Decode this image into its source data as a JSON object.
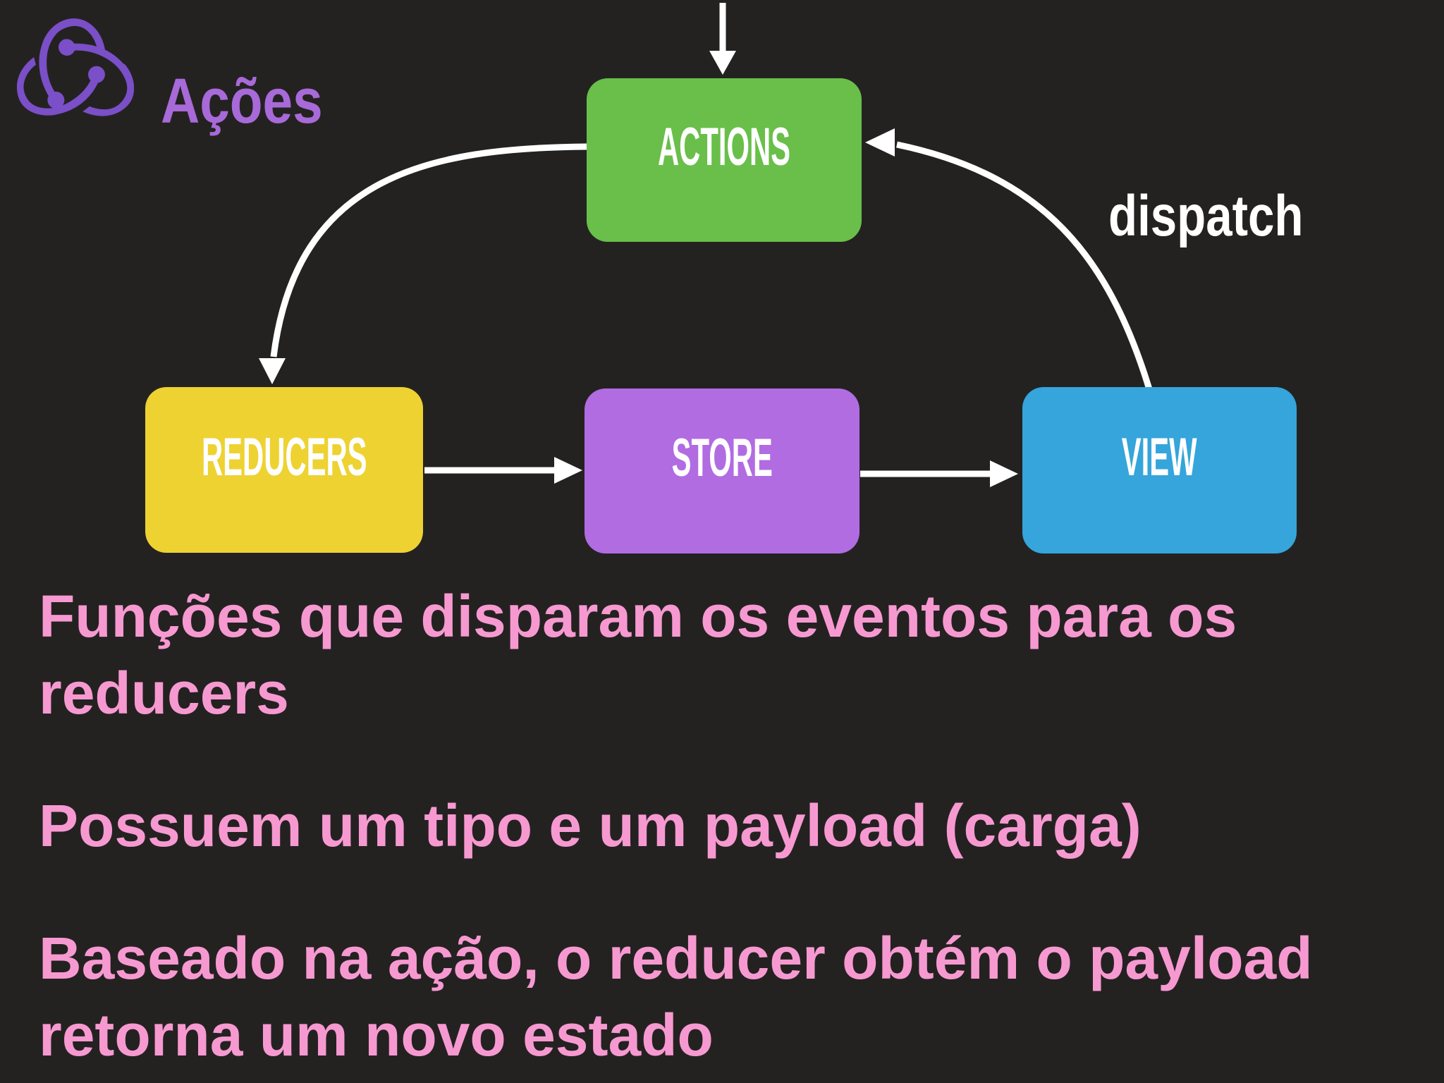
{
  "header": {
    "title": "Ações",
    "logo": "redux-logo"
  },
  "diagram": {
    "nodes": [
      {
        "id": "actions",
        "label": "ACTIONS",
        "color": "#69bf4a"
      },
      {
        "id": "reducers",
        "label": "REDUCERS",
        "color": "#eed231"
      },
      {
        "id": "store",
        "label": "STORE",
        "color": "#b16ce2"
      },
      {
        "id": "view",
        "label": "VIEW",
        "color": "#35a5db"
      }
    ],
    "edge_label": "dispatch",
    "flows": [
      "in → ACTIONS",
      "ACTIONS → REDUCERS",
      "REDUCERS → STORE",
      "STORE → VIEW",
      "VIEW → ACTIONS (dispatch)"
    ]
  },
  "notes": [
    "Funções que disparam os eventos para os\nreducers",
    "Possuem um tipo e um payload (carga)",
    "Baseado na ação, o reducer obtém o payload\nretorna um novo estado"
  ],
  "colors": {
    "background": "#242221",
    "arrow": "#ffffff",
    "logo": "#7a4fc7",
    "title": "#a76ad8",
    "note_text": "#f799d1",
    "box_label": "#ffffff"
  }
}
